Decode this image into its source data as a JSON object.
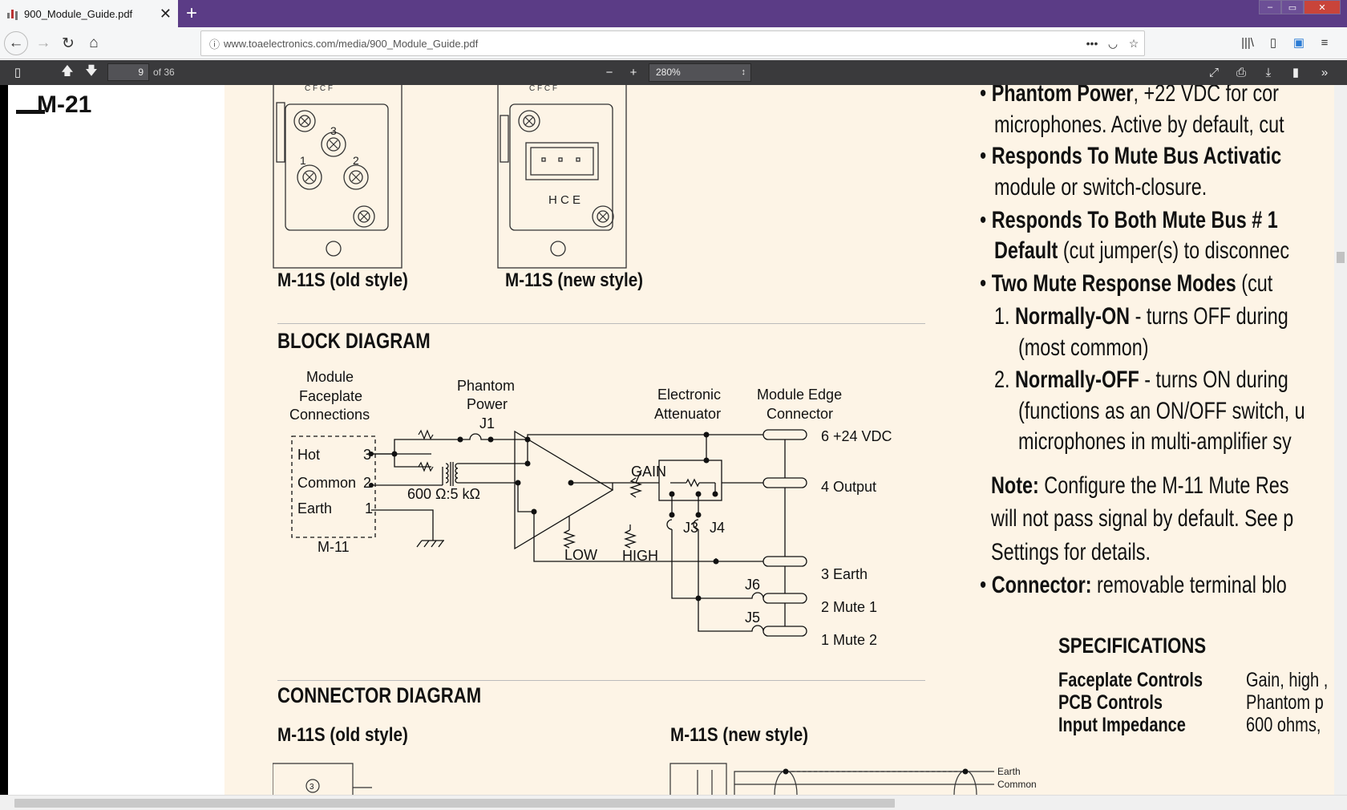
{
  "browser": {
    "tab_title": "900_Module_Guide.pdf",
    "url": "www.toaelectronics.com/media/900_Module_Guide.pdf"
  },
  "pdf_toolbar": {
    "page_number": "9",
    "page_count": "of 36",
    "zoom": "280%"
  },
  "document": {
    "section_label": "M-21",
    "faceplate_old_caption": "M-11S (old style)",
    "faceplate_new_caption": "M-11S (new style)",
    "block_diagram_heading": "BLOCK DIAGRAM",
    "connector_diagram_heading": "CONNECTOR DIAGRAM",
    "connector_old_caption": "M-11S (old style)",
    "connector_new_caption": "M-11S (new style)",
    "block_diagram": {
      "faceplate_label_1": "Module",
      "faceplate_label_2": "Faceplate",
      "faceplate_label_3": "Connections",
      "phantom_1": "Phantom",
      "phantom_2": "Power",
      "j1": "J1",
      "atten_1": "Electronic",
      "atten_2": "Attenuator",
      "edge_1": "Module Edge",
      "edge_2": "Connector",
      "hot": "Hot",
      "common": "Common",
      "earth": "Earth",
      "pin3": "3",
      "pin2": "2",
      "pin1": "1",
      "m11": "M-11",
      "ratio": "600 Ω:5 kΩ",
      "gain": "GAIN",
      "low": "LOW",
      "high": "HIGH",
      "j3": "J3",
      "j4": "J4",
      "j5": "J5",
      "j6": "J6",
      "out6": "6  +24 VDC",
      "out4": "4  Output",
      "out3": "3  Earth",
      "out2": "2  Mute 1",
      "out1": "1  Mute 2"
    },
    "old_faceplate_pins": {
      "p3": "3",
      "p1": "1",
      "p2": "2",
      "top": "C  F    C  F"
    },
    "new_faceplate": {
      "hce": "H   C   E",
      "top": "C  F    C  F"
    },
    "connector_labels": {
      "earth": "Earth",
      "common": "Common",
      "pin3": "3"
    },
    "features": {
      "b1_bold": "Phantom Power",
      "b1_rest": ", +22 VDC for cor",
      "b1_line2": "microphones. Active by default, cut",
      "b2_bold": "Responds To Mute Bus Activatic",
      "b2_line2": "module or switch-closure.",
      "b3_bold": "Responds To Both Mute Bus # 1",
      "b3_line2_bold": "Default",
      "b3_line2_rest": " (cut jumper(s) to disconnec",
      "b4_bold": "Two Mute Response Modes",
      "b4_rest": " (cut",
      "n1_num": "1.",
      "n1_bold": "Normally-ON",
      "n1_rest": " - turns OFF during",
      "n1_line2": "(most common)",
      "n2_num": "2.",
      "n2_bold": "Normally-OFF",
      "n2_rest": " - turns ON during",
      "n2_line2": "(functions as an ON/OFF switch, u",
      "n2_line3": "microphones in multi-amplifier sy",
      "note_bold": "Note:",
      "note_rest": " Configure the M-11 Mute Res",
      "note_line2": "will not pass signal by default. See p",
      "note_line3": "Settings for details.",
      "b5_bold": "Connector:",
      "b5_rest": " removable terminal blo"
    },
    "specifications": {
      "heading": "SPECIFICATIONS",
      "rows": [
        {
          "label": "Faceplate Controls",
          "value": "Gain, high ,"
        },
        {
          "label": "PCB Controls",
          "value": "Phantom p"
        },
        {
          "label": "Input Impedance",
          "value": "600 ohms,"
        }
      ]
    }
  }
}
